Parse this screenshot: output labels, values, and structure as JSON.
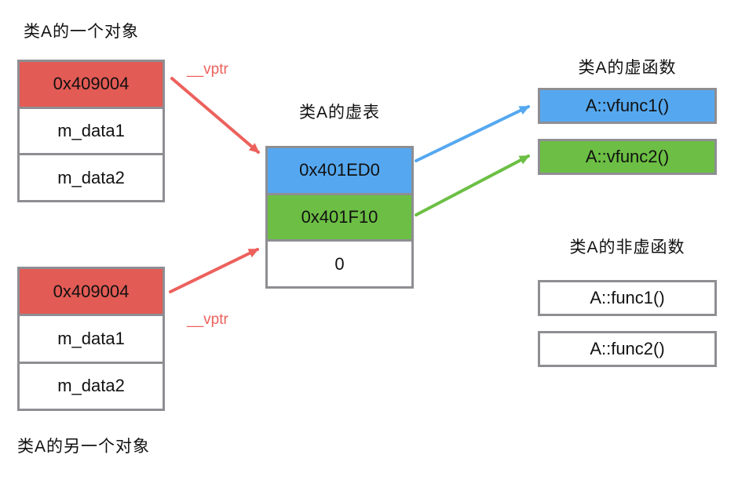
{
  "colors": {
    "red": "#e35b55",
    "arrow_red": "#ec615c",
    "blue": "#55a8f0",
    "green": "#6cbf44",
    "gray": "#8e8e93"
  },
  "object1": {
    "label": "类A的一个对象",
    "vptr_label": "__vptr",
    "cells": [
      {
        "value": "0x409004",
        "fill": "red"
      },
      {
        "value": "m_data1",
        "fill": "white"
      },
      {
        "value": "m_data2",
        "fill": "white"
      }
    ]
  },
  "object2": {
    "label": "类A的另一个对象",
    "vptr_label": "__vptr",
    "cells": [
      {
        "value": "0x409004",
        "fill": "red"
      },
      {
        "value": "m_data1",
        "fill": "white"
      },
      {
        "value": "m_data2",
        "fill": "white"
      }
    ]
  },
  "vtable": {
    "label": "类A的虚表",
    "cells": [
      {
        "value": "0x401ED0",
        "fill": "blue"
      },
      {
        "value": "0x401F10",
        "fill": "green"
      },
      {
        "value": "0",
        "fill": "white"
      }
    ]
  },
  "virtual_functions": {
    "label": "类A的虚函数",
    "items": [
      {
        "value": "A::vfunc1()",
        "fill": "blue"
      },
      {
        "value": "A::vfunc2()",
        "fill": "green"
      }
    ]
  },
  "nonvirtual_functions": {
    "label": "类A的非虚函数",
    "items": [
      {
        "value": "A::func1()",
        "fill": "white"
      },
      {
        "value": "A::func2()",
        "fill": "white"
      }
    ]
  }
}
